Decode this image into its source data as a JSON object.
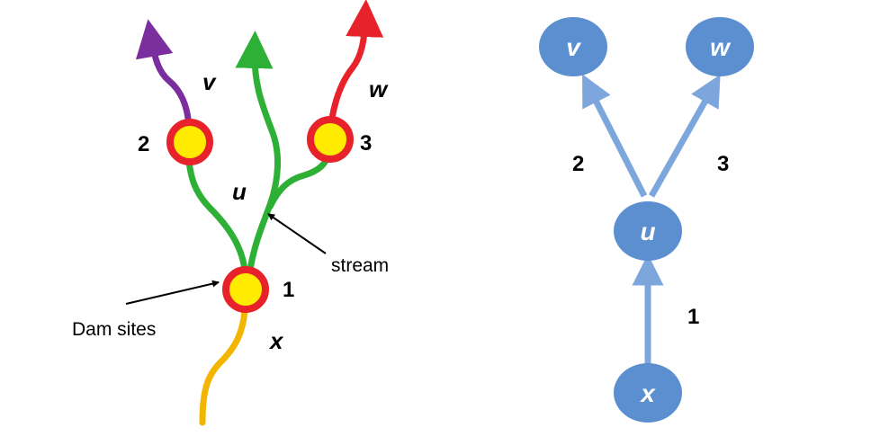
{
  "left_diagram": {
    "labels": {
      "v": "v",
      "w": "w",
      "u": "u",
      "x": "x",
      "site1": "1",
      "site2": "2",
      "site3": "3",
      "stream": "stream",
      "dam_sites": "Dam sites"
    },
    "colors": {
      "trunk": "#f2b500",
      "main": "#2db035",
      "left_branch": "#7b2f9e",
      "right_branch": "#e8222a",
      "dam_ring": "#e8222a",
      "dam_fill": "#ffeb00"
    }
  },
  "right_diagram": {
    "nodes": {
      "v": "v",
      "w": "w",
      "u": "u",
      "x": "x"
    },
    "edge_labels": {
      "e1": "1",
      "e2": "2",
      "e3": "3"
    },
    "colors": {
      "node_fill": "#5b8fd0",
      "edge": "#7da7dc"
    }
  }
}
